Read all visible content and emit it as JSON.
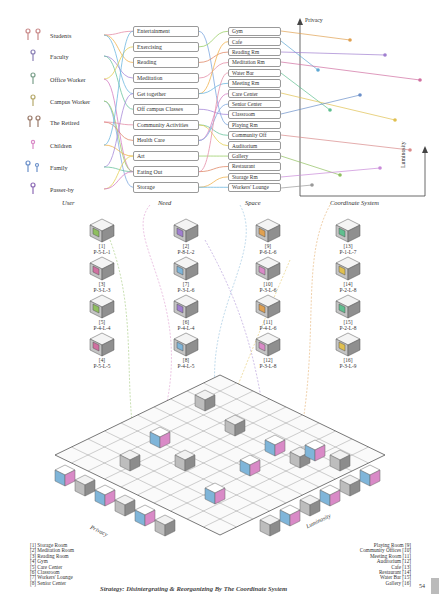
{
  "diagram": {
    "caption": "Strategy: Disintergrating & Reorganizing By The Coordinate System",
    "nodes": [
      {
        "text": [
          "Students"
        ]
      },
      {
        "text": [
          "Faculty"
        ]
      },
      {
        "text": [
          "Office Worker"
        ]
      },
      {
        "text": [
          "Campus Worker"
        ]
      },
      {
        "text": [
          "The Retired"
        ]
      },
      {
        "text": [
          "Children"
        ]
      },
      {
        "text": [
          "Family"
        ]
      },
      {
        "text": [
          "Passer-by"
        ]
      },
      {
        "text": [
          "Entertainment"
        ]
      },
      {
        "text": [
          "Exercising"
        ]
      },
      {
        "text": [
          "Reading"
        ]
      },
      {
        "text": [
          "Meditation"
        ]
      },
      {
        "text": [
          "Get together"
        ]
      },
      {
        "text": [
          "Off campus Classes"
        ]
      },
      {
        "text": [
          "Community Activities"
        ]
      },
      {
        "text": [
          "Health Care"
        ]
      },
      {
        "text": [
          "Art"
        ]
      },
      {
        "text": [
          "Eating Out"
        ]
      },
      {
        "text": [
          "Storage"
        ]
      },
      {
        "text": [
          "Gym"
        ]
      },
      {
        "text": [
          "Cafe"
        ]
      },
      {
        "text": [
          "Reading Rm"
        ]
      },
      {
        "text": [
          "Meditation Rm"
        ]
      },
      {
        "text": [
          "Water Bar"
        ]
      },
      {
        "text": [
          "Meeting Rm"
        ]
      },
      {
        "text": [
          "Care Center"
        ]
      },
      {
        "text": [
          "Senior Center"
        ]
      },
      {
        "text": [
          "Classroom"
        ]
      },
      {
        "text": [
          "Playing Rm"
        ]
      },
      {
        "text": [
          "Community Off"
        ]
      },
      {
        "text": [
          "Auditorium"
        ]
      },
      {
        "text": [
          "Gallery"
        ]
      },
      {
        "text": [
          "Restaurant"
        ]
      },
      {
        "text": [
          "Storage Rm"
        ]
      },
      {
        "text": [
          "Workers' Lounge"
        ]
      },
      {
        "text": [
          "[1]",
          "P-5-L-1"
        ]
      },
      {
        "text": [
          "[2]",
          "P-8-L-2"
        ]
      },
      {
        "text": [
          "[9]",
          "P-6-L-6"
        ]
      },
      {
        "text": [
          "[13]",
          "P-1-L-7"
        ]
      },
      {
        "text": [
          "[3]",
          "P-3-L-3"
        ]
      },
      {
        "text": [
          "[7]",
          "P-3-L-6"
        ]
      },
      {
        "text": [
          "[10]",
          "P-3-L-6"
        ]
      },
      {
        "text": [
          "[14]",
          "P-2-L-8"
        ]
      },
      {
        "text": [
          "[5]",
          "P-4-L-4"
        ]
      },
      {
        "text": [
          "[6]",
          "P-4-L-4"
        ]
      },
      {
        "text": [
          "[11]",
          "P-4-L-6"
        ]
      },
      {
        "text": [
          "[15]",
          "P-2-L-8"
        ]
      },
      {
        "text": [
          "[4]",
          "P-5-L-5"
        ]
      },
      {
        "text": [
          "[8]",
          "P-4-L-5"
        ]
      },
      {
        "text": [
          "[12]",
          "P-3-L-8"
        ]
      },
      {
        "text": [
          "[16]",
          "P-3-L-9"
        ]
      }
    ],
    "edges": [
      {
        "from": 0,
        "to": 8,
        "arrow": "none"
      },
      {
        "from": 0,
        "to": 10,
        "arrow": "none"
      },
      {
        "from": 0,
        "to": 12,
        "arrow": "none"
      },
      {
        "from": 1,
        "to": 11,
        "arrow": "none"
      },
      {
        "from": 1,
        "to": 13,
        "arrow": "none"
      },
      {
        "from": 2,
        "to": 9,
        "arrow": "none"
      },
      {
        "from": 2,
        "to": 17,
        "arrow": "none"
      },
      {
        "from": 3,
        "to": 18,
        "arrow": "none"
      },
      {
        "from": 3,
        "to": 17,
        "arrow": "none"
      },
      {
        "from": 4,
        "to": 15,
        "arrow": "none"
      },
      {
        "from": 4,
        "to": 14,
        "arrow": "none"
      },
      {
        "from": 5,
        "to": 16,
        "arrow": "none"
      },
      {
        "from": 5,
        "to": 8,
        "arrow": "none"
      },
      {
        "from": 6,
        "to": 12,
        "arrow": "none"
      },
      {
        "from": 6,
        "to": 17,
        "arrow": "none"
      },
      {
        "from": 7,
        "to": 16,
        "arrow": "none"
      },
      {
        "from": 7,
        "to": 17,
        "arrow": "none"
      },
      {
        "from": 8,
        "to": 28,
        "arrow": "none"
      },
      {
        "from": 9,
        "to": 19,
        "arrow": "none"
      },
      {
        "from": 10,
        "to": 21,
        "arrow": "none"
      },
      {
        "from": 11,
        "to": 22,
        "arrow": "none"
      },
      {
        "from": 12,
        "to": 20,
        "arrow": "none"
      },
      {
        "from": 12,
        "to": 24,
        "arrow": "none"
      },
      {
        "from": 13,
        "to": 27,
        "arrow": "none"
      },
      {
        "from": 14,
        "to": 29,
        "arrow": "none"
      },
      {
        "from": 14,
        "to": 30,
        "arrow": "none"
      },
      {
        "from": 15,
        "to": 25,
        "arrow": "none"
      },
      {
        "from": 15,
        "to": 26,
        "arrow": "none"
      },
      {
        "from": 16,
        "to": 31,
        "arrow": "none"
      },
      {
        "from": 17,
        "to": 32,
        "arrow": "none"
      },
      {
        "from": 17,
        "to": 23,
        "arrow": "none"
      },
      {
        "from": 18,
        "to": 33,
        "arrow": "none"
      },
      {
        "from": 18,
        "to": 34,
        "arrow": "none"
      }
    ],
    "labels": [
      "User",
      "Need",
      "Space",
      "Coordinate System",
      "Privacy",
      "Luminosity",
      "Privacy",
      "Luminosity",
      "[1] Storage Room",
      "[2] Meditation Room",
      "[3] Reading Room",
      "[4] Gym",
      "[5] Care Center",
      "[6] Classroom",
      "[7] Workers' Lounge",
      "[8] Senior Center",
      "Playing Room [9]",
      "Community Offices [10]",
      "Meeting Room [11]",
      "Auditorium [12]",
      "Cafe [13]",
      "Restaurant [14]",
      "Water Bar [15]",
      "Gallery [16]",
      "54"
    ]
  }
}
